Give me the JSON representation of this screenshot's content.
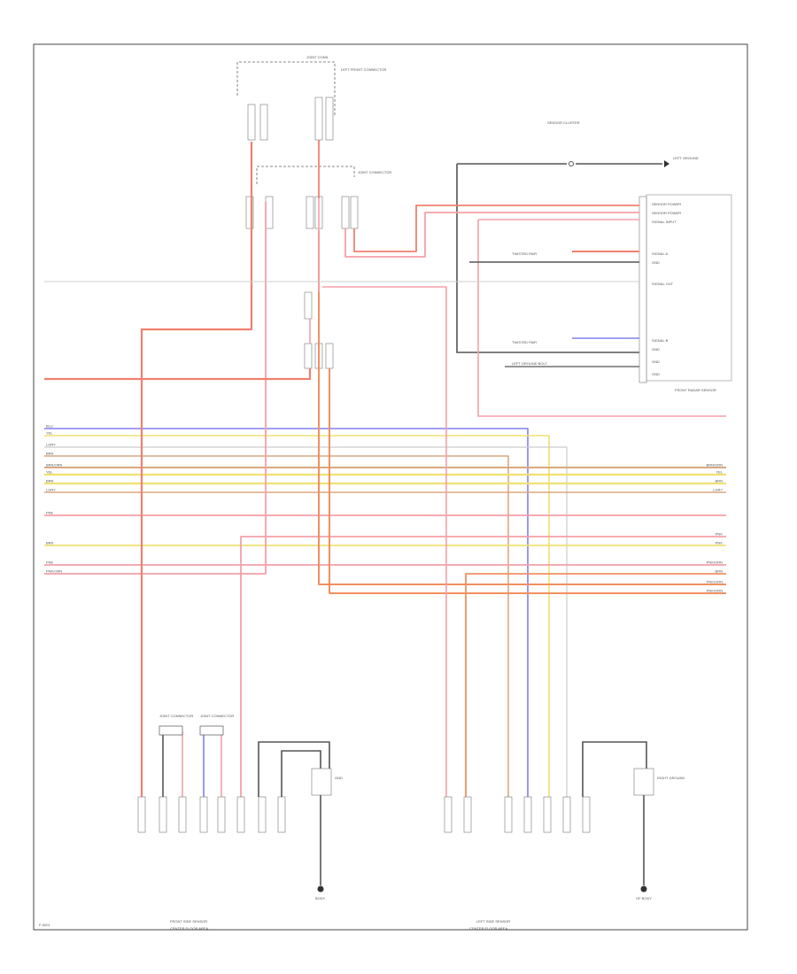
{
  "diagram": {
    "footer_code": "F-0001",
    "harness_groups": {
      "left_top": [
        "BLU",
        "YEL",
        "LGRY",
        "BRN",
        "BRN/ORN",
        "YEL",
        "BRN",
        "LGRY"
      ],
      "right_top": [
        "BRN/ORN",
        "YEL",
        "BRN",
        "LGRY"
      ],
      "left_mid": [
        "PNK",
        "BRN"
      ],
      "right_mid": [
        "PNK",
        "PNK",
        "BRN"
      ],
      "left_low": [
        "PNK",
        "PNK/ORN"
      ],
      "right_low": [
        "PNK/ORN",
        "PNK/ORN",
        "PNK/ORN"
      ]
    },
    "labels": {
      "top_connector": "JOINT CONN",
      "top_connector_note": "LEFT FRONT CONNECTOR",
      "mid_connector": "JOINT CONNECTOR",
      "sensor_cluster": "SENSOR CLUSTER",
      "left_sensor_ground": "LEFT GROUND",
      "right_module": "FRONT RADAR SENSOR",
      "right_module_pins": [
        "SENSOR POWER",
        "SENSOR POWER",
        "SIGNAL INPUT",
        "SIGNAL A",
        "GND",
        "SIGNAL OUT",
        "SIGNAL B",
        "GND",
        "GND",
        "GND"
      ],
      "twisted_pair_1": "TWISTED PAIR",
      "twisted_pair_2": "TWISTED PAIR",
      "left_ground": "LEFT GROUND BOLT",
      "bottom_left_sensor": "FRONT SIDE SENSOR",
      "bottom_left_sensor_sub": "CENTER FLOOR AREA",
      "bottom_mid_sensor": "LEFT SIDE SENSOR",
      "bottom_mid_sensor_sub": "CENTER FLOOR AREA",
      "bottom_right_ground": "RIGHT GROUND",
      "bottom_right_ground_sub": "OF BODY",
      "left_joint": "JOINT CONNECTOR",
      "mid_joint": "JOINT CONNECTOR",
      "left_ground_bottom": "GND",
      "left_ground_bottom_sub": "BODY"
    },
    "colors": {
      "red": "#f08070",
      "pink": "#f4a0a8",
      "blue": "#8080ee",
      "yellow": "#f0e070",
      "brown": "#d8a880",
      "orange": "#f09060",
      "black": "#555555",
      "lightgray": "#cccccc"
    }
  }
}
